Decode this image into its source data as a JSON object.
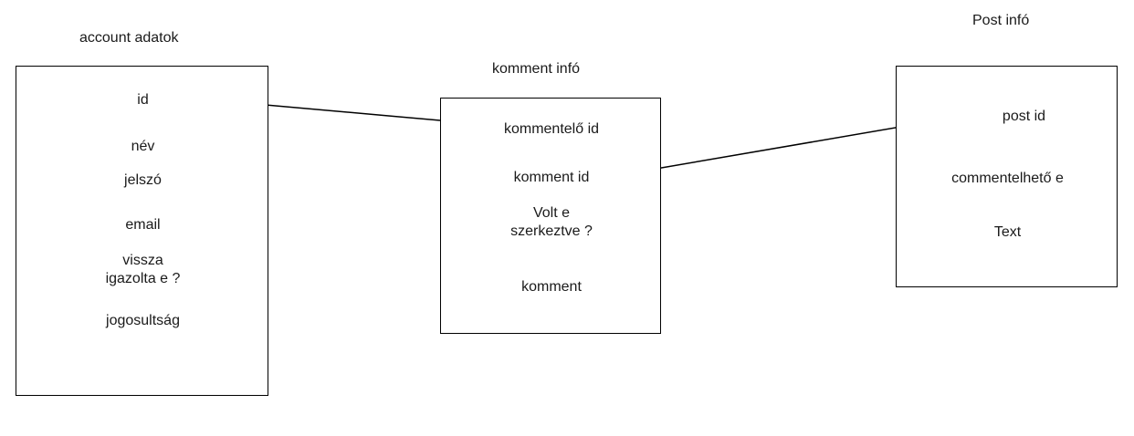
{
  "entities": {
    "account": {
      "title": "account adatok",
      "fields": [
        "id",
        "név",
        "jelszó",
        "email",
        "vissza\nigazolta e ?",
        "jogosultság"
      ]
    },
    "comment": {
      "title": "komment infó",
      "fields": [
        "kommentelő id",
        "komment id",
        "Volt e\nszerkeztve ?",
        "komment"
      ]
    },
    "post": {
      "title": "Post infó",
      "fields": [
        "post id",
        "commentelhető e",
        "Text"
      ]
    }
  }
}
